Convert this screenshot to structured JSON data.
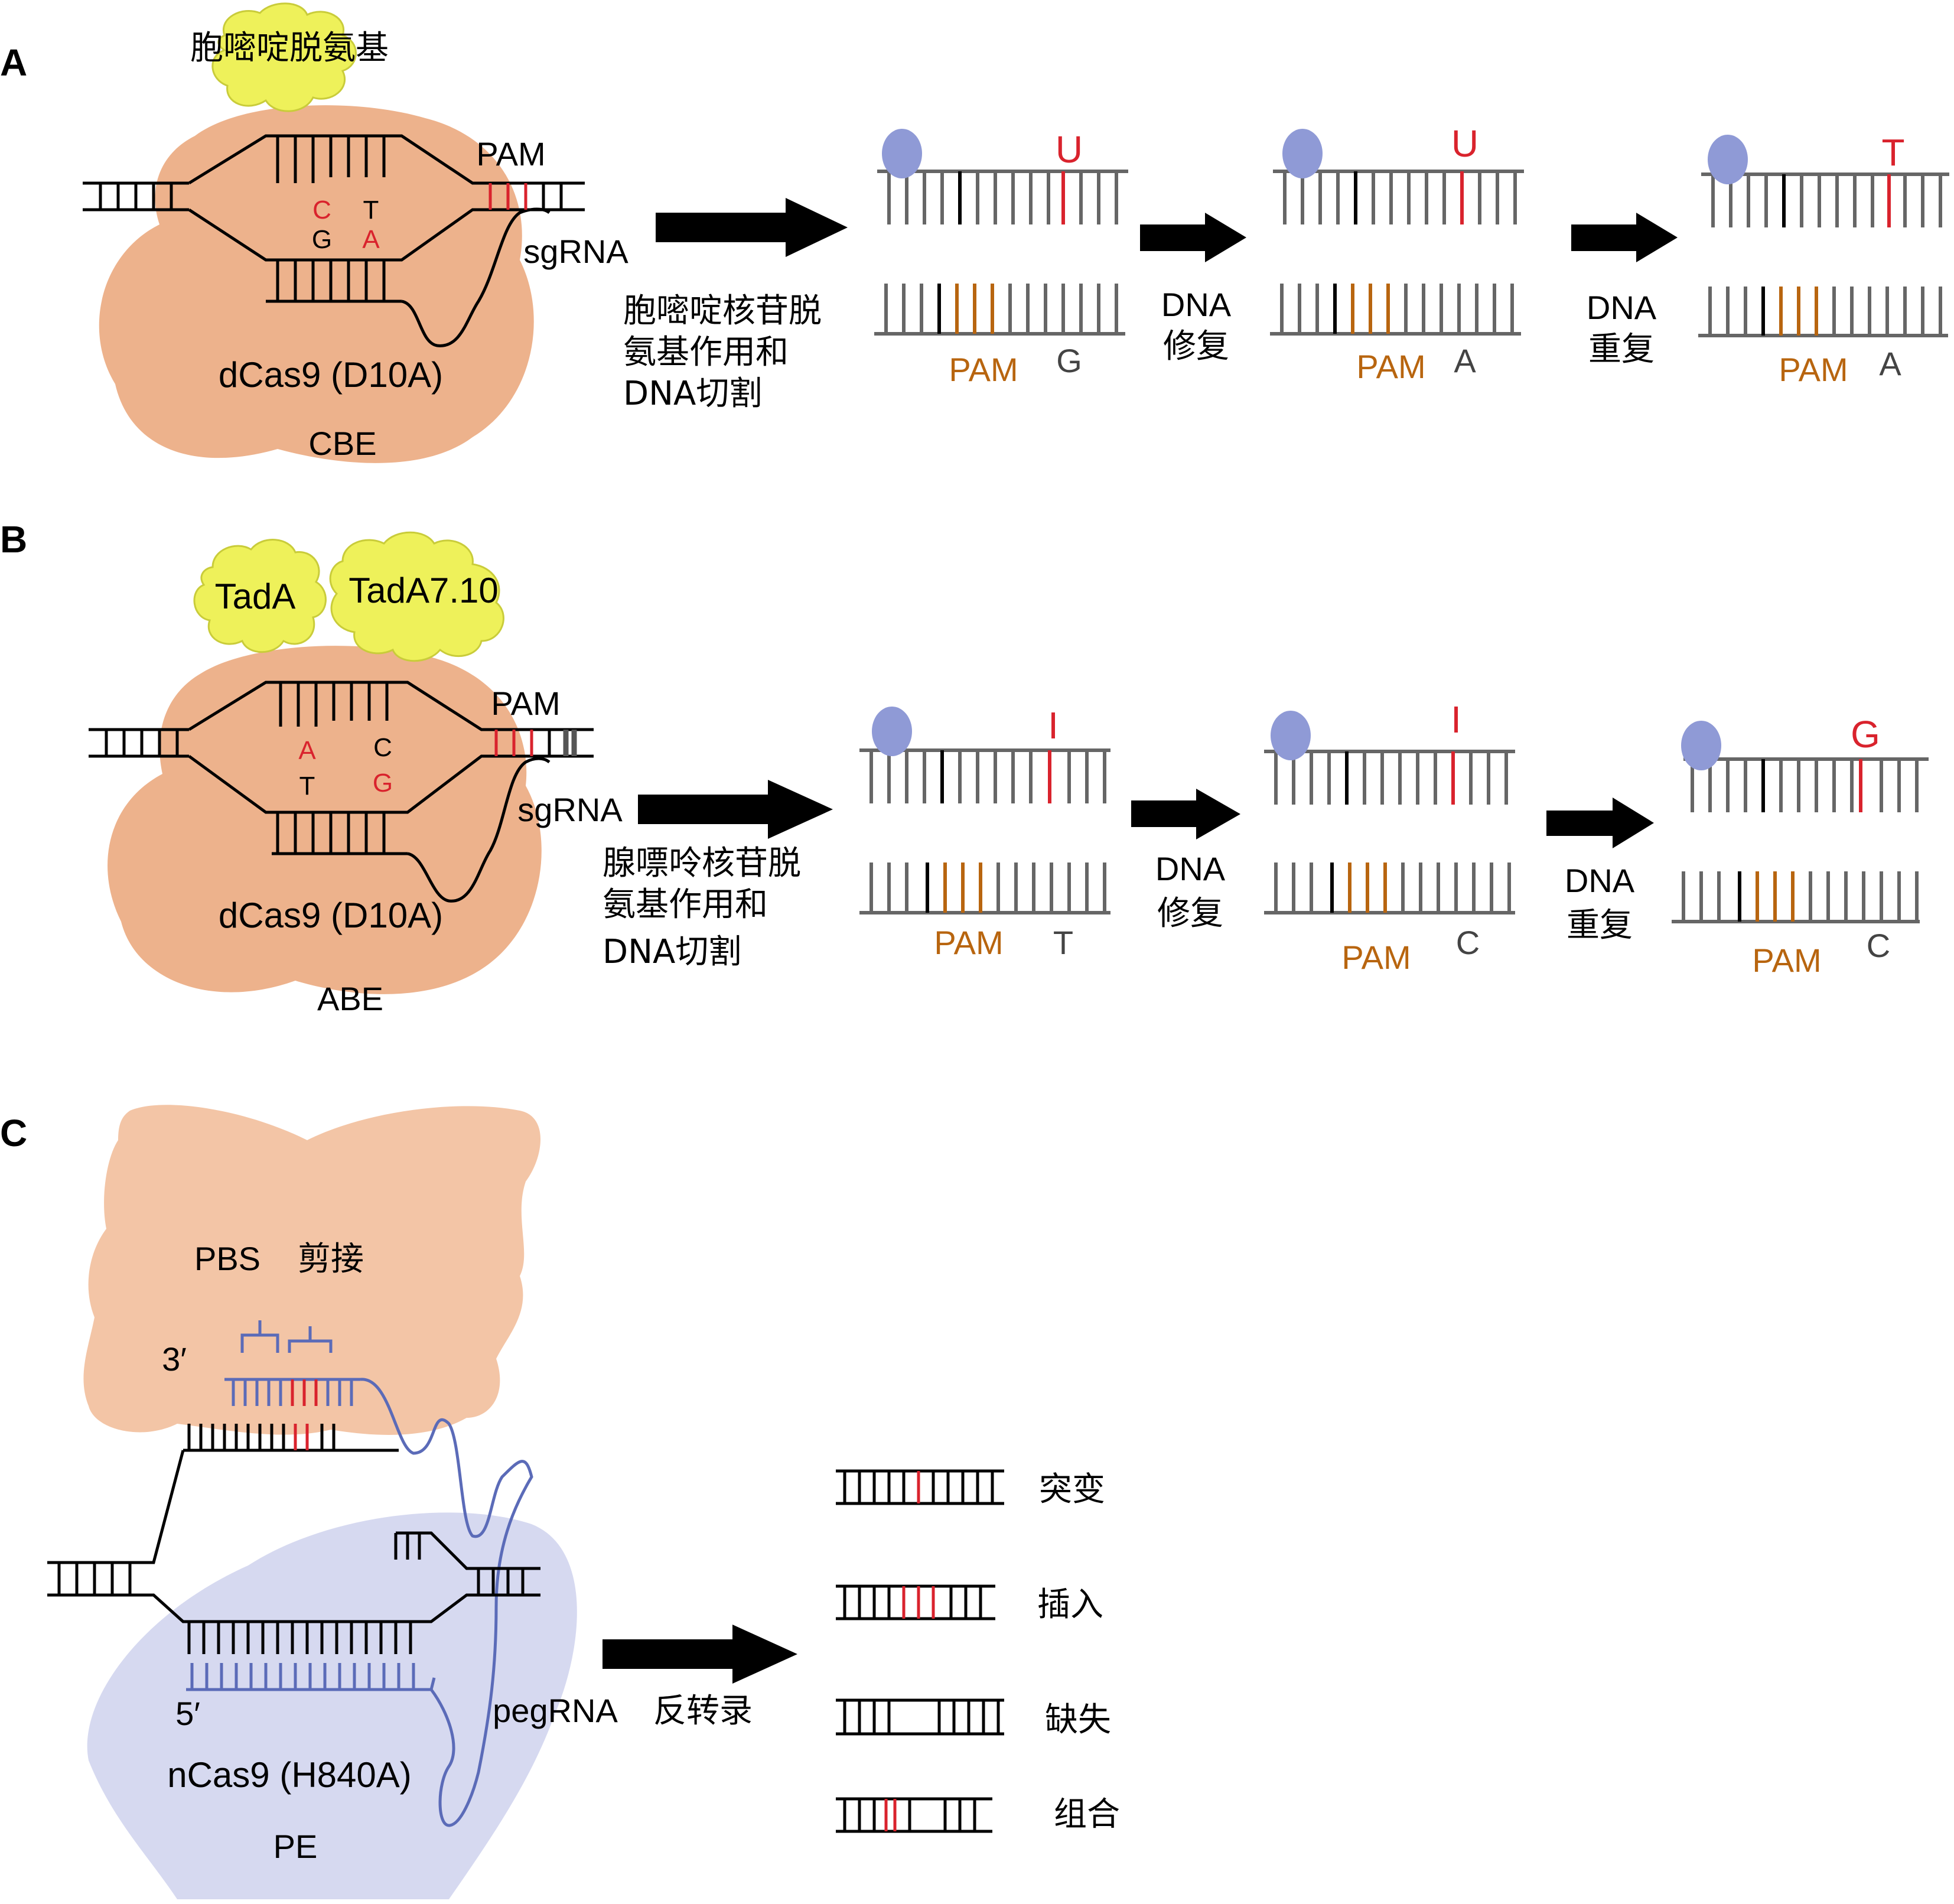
{
  "panels": {
    "A": {
      "letter": "A",
      "enzyme_label": "胞嘧啶脱氨基",
      "protein_label": "dCas9 (D10A)",
      "editor_label": "CBE",
      "pam_label": "PAM",
      "sgrna_label": "sgRNA",
      "bubble_top_bases": [
        "C",
        "T"
      ],
      "bubble_bottom_bases": [
        "G",
        "A"
      ],
      "step1_lines": [
        "胞嘧啶核苷脱",
        "氨基作用和",
        "DNA切割"
      ],
      "step2_lines": [
        "DNA",
        "修复"
      ],
      "step3_lines": [
        "DNA",
        "重复"
      ],
      "states": [
        {
          "top_base": "U",
          "pam": "PAM",
          "bottom_base": "G"
        },
        {
          "top_base": "U",
          "pam": "PAM",
          "bottom_base": "A"
        },
        {
          "top_base": "T",
          "pam": "PAM",
          "bottom_base": "A"
        }
      ]
    },
    "B": {
      "letter": "B",
      "enzyme_labels": [
        "TadA",
        "TadA7.10"
      ],
      "protein_label": "dCas9 (D10A)",
      "editor_label": "ABE",
      "pam_label": "PAM",
      "sgrna_label": "sgRNA",
      "bubble_top_bases": [
        "A",
        "C"
      ],
      "bubble_bottom_bases": [
        "T",
        "G"
      ],
      "step1_lines": [
        "腺嘌呤核苷脱",
        "氨基作用和",
        "DNA切割"
      ],
      "step2_lines": [
        "DNA",
        "修复"
      ],
      "step3_lines": [
        "DNA",
        "重复"
      ],
      "states": [
        {
          "top_base": "I",
          "pam": "PAM",
          "bottom_base": "T"
        },
        {
          "top_base": "I",
          "pam": "PAM",
          "bottom_base": "C"
        },
        {
          "top_base": "G",
          "pam": "PAM",
          "bottom_base": "C"
        }
      ]
    },
    "C": {
      "letter": "C",
      "pbs_label": "PBS",
      "splice_label": "剪接",
      "three_prime": "3′",
      "five_prime": "5′",
      "pegrna_label": "pegRNA",
      "rt_label": "反转录",
      "protein_label": "nCas9 (H840A)",
      "editor_label": "PE",
      "outcomes": [
        "突变",
        "插入",
        "缺失",
        "组合"
      ]
    }
  },
  "colors": {
    "salmon": "#edb28c",
    "salmon_light": "#f3c5a6",
    "yellow": "#eef15a",
    "lavender": "#d6d9f0",
    "blob_blue": "#8f9ad6",
    "red": "#d9232d",
    "orange": "#b8650f",
    "gray": "#444444",
    "rna_blue": "#5b6bb8"
  }
}
